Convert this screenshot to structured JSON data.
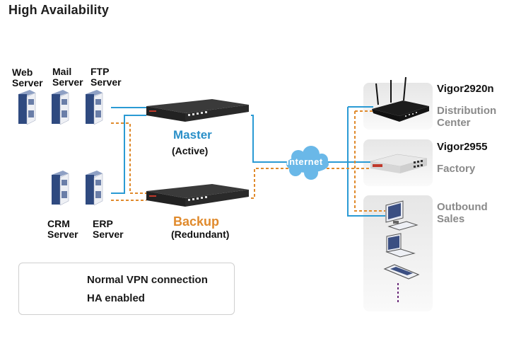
{
  "title": "High Availability",
  "colors": {
    "vpn_line": "#2a9ad4",
    "ha_line": "#e08a2c",
    "master_label": "#2a8fc8",
    "backup_label": "#e08a2c",
    "cloud": "#6ab8e8",
    "site_label": "#8a8a8a"
  },
  "servers": {
    "web": {
      "line1": "Web",
      "line2": "Server"
    },
    "mail": {
      "line1": "Mail",
      "line2": "Server"
    },
    "ftp": {
      "line1": "FTP",
      "line2": "Server"
    },
    "crm": {
      "line1": "CRM",
      "line2": "Server"
    },
    "erp": {
      "line1": "ERP",
      "line2": "Server"
    }
  },
  "routers": {
    "master": {
      "name": "Master",
      "role": "(Active)"
    },
    "backup": {
      "name": "Backup",
      "role": "(Redundant)"
    }
  },
  "internet": {
    "label": "Internet"
  },
  "sites": {
    "distribution": {
      "device": "Vigor2920n",
      "line1": "Distribution",
      "line2": "Center"
    },
    "factory": {
      "device": "Vigor2955",
      "line1": "Factory"
    },
    "outbound": {
      "line1": "Outbound",
      "line2": "Sales"
    }
  },
  "legend": {
    "items": [
      {
        "label": "Normal VPN connection",
        "style": "solid"
      },
      {
        "label": "HA enabled",
        "style": "dashed"
      }
    ]
  }
}
